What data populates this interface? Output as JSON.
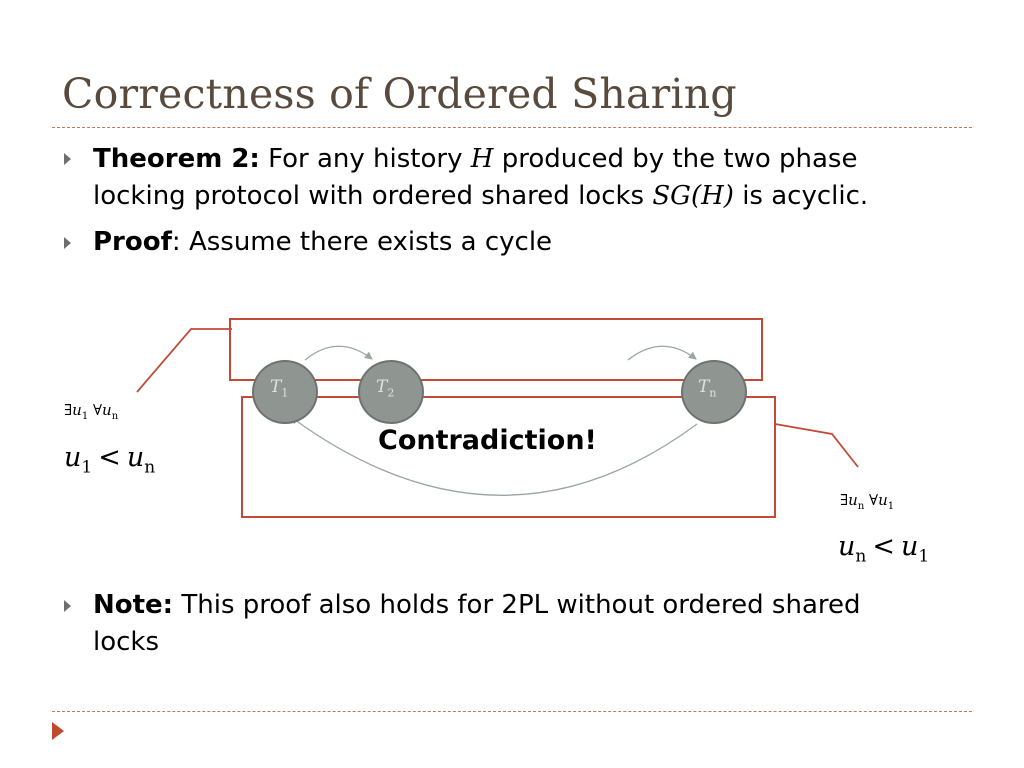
{
  "slide": {
    "title": "Correctness of Ordered Sharing",
    "bullets": [
      {
        "label": "Theorem 2:",
        "text1": "For any history",
        "var_h": "H",
        "text2": "produced by the two phase",
        "line2_text": "locking protocol with ordered shared locks",
        "sg": "SG",
        "sg_arg": "(H)",
        "line2_end": "is acyclic."
      },
      {
        "label": "Proof",
        "colon": ":",
        "text": "Assume there exists a cycle"
      },
      {
        "label": "Note:",
        "text": "This proof also holds for 2PL without ordered shared",
        "text_line2": "locks"
      }
    ]
  },
  "diagram": {
    "nodes": [
      {
        "var": "T",
        "sub": "1"
      },
      {
        "var": "T",
        "sub": "2"
      },
      {
        "var": "T",
        "sub": "n"
      }
    ],
    "contradiction": "Contradiction!",
    "left_quant": {
      "exists": "∃",
      "u": "u",
      "sub1": "1",
      "forall": "∀",
      "sub2": "n"
    },
    "left_ineq": {
      "a": "u",
      "a_sub": "1",
      "op": "<",
      "b": "u",
      "b_sub": "n"
    },
    "right_quant": {
      "exists": "∃",
      "u": "u",
      "sub1": "n",
      "forall": "∀",
      "sub2": "1"
    },
    "right_ineq": {
      "a": "u",
      "a_sub": "n",
      "op": "<",
      "b": "u",
      "b_sub": "1"
    },
    "colors": {
      "box": "#c24b37",
      "node_fill": "#8f9590",
      "edge": "#9aa6a3",
      "title": "#584a3c",
      "accent": "#c0492f"
    }
  }
}
